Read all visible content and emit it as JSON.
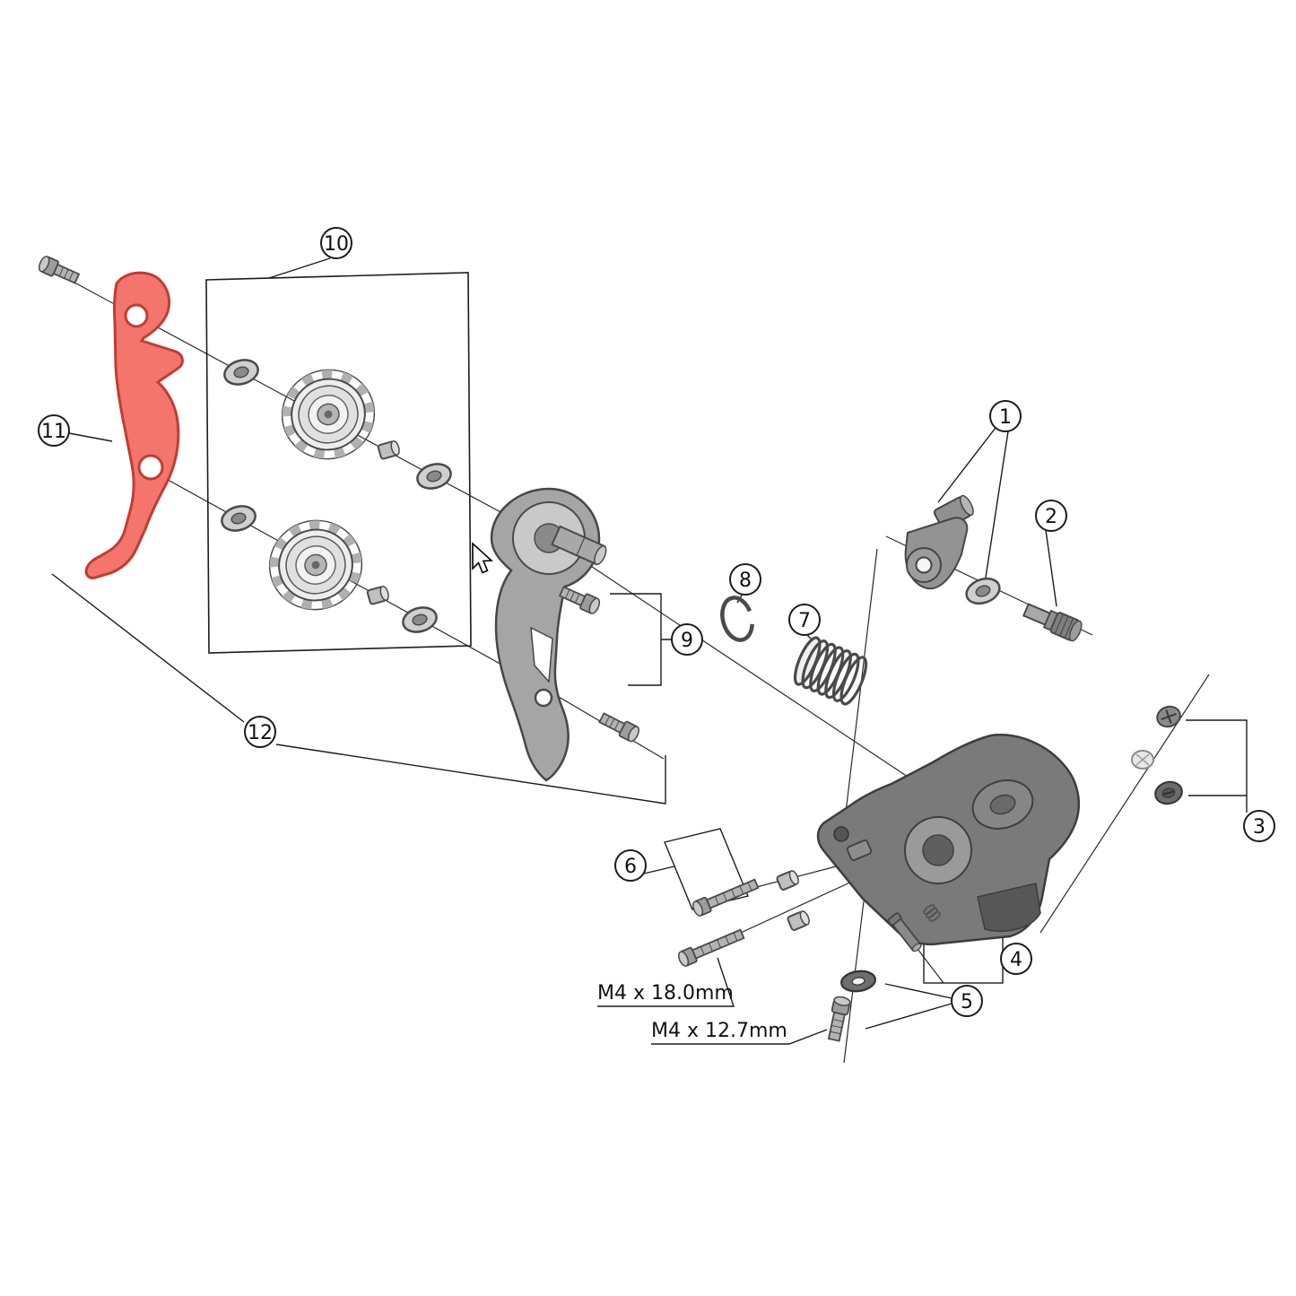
{
  "diagram_title": "rear-derailleur-exploded-parts-diagram",
  "colors": {
    "highlight_fill": "#f4756b",
    "highlight_stroke": "#c03d34",
    "line": "#2a2a2a",
    "metal_light": "#d9d9d9",
    "metal_mid": "#9a9a9a",
    "body_dark": "#7a7a7a",
    "background": "#ffffff"
  },
  "callouts": [
    {
      "label": "1"
    },
    {
      "label": "2"
    },
    {
      "label": "3"
    },
    {
      "label": "4"
    },
    {
      "label": "5"
    },
    {
      "label": "6"
    },
    {
      "label": "7"
    },
    {
      "label": "8"
    },
    {
      "label": "9"
    },
    {
      "label": "10"
    },
    {
      "label": "11"
    },
    {
      "label": "12"
    }
  ],
  "labels": {
    "bolt_long_spec": "M4 x 18.0mm",
    "bolt_short_spec": "M4 x 12.7mm"
  }
}
